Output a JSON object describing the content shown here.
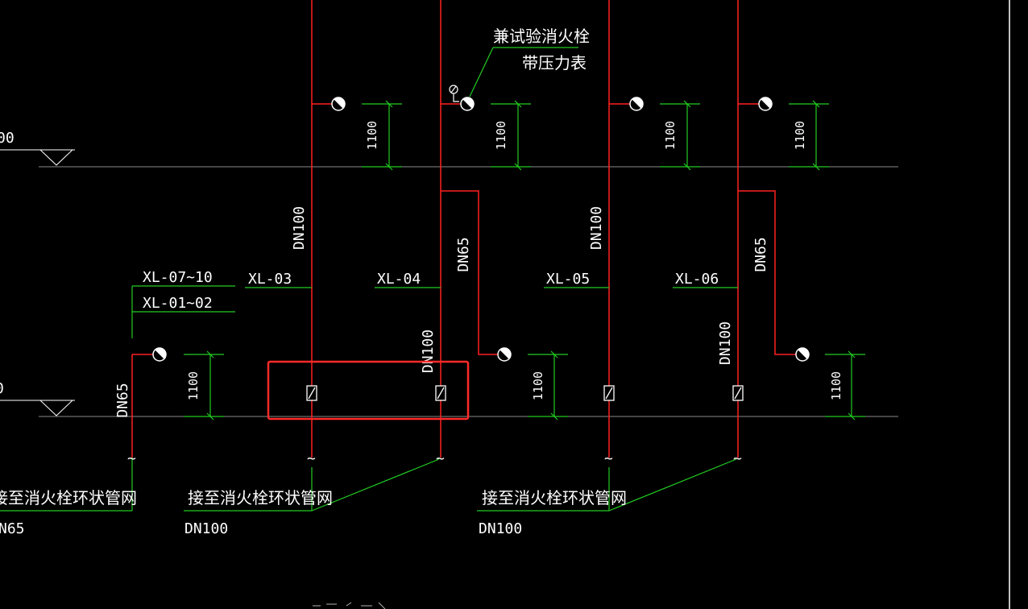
{
  "labels": {
    "test_hydrant": "兼试验消火栓",
    "with_gauge": "带压力表",
    "dim_1100": "1100",
    "dn100": "DN100",
    "dn65": "DN65",
    "xl_07_10": "XL-07~10",
    "xl_01_02": "XL-01~02",
    "xl_03": "XL-03",
    "xl_04": "XL-04",
    "xl_05": "XL-05",
    "xl_06": "XL-06",
    "connect_ring": "接至消火栓环状管网",
    "connect_ring_cut": "接至消火栓环状管网",
    "dn65_cut": "N65",
    "elev_cut_1": "00",
    "elev_cut_2": "0",
    "tilde": "~"
  },
  "colors": {
    "background": "#000000",
    "pipe": "#ff2020",
    "leader": "#22cc22",
    "floor": "#8a8a8a",
    "text": "#ffffff",
    "highlight": "#ff2a2a"
  }
}
